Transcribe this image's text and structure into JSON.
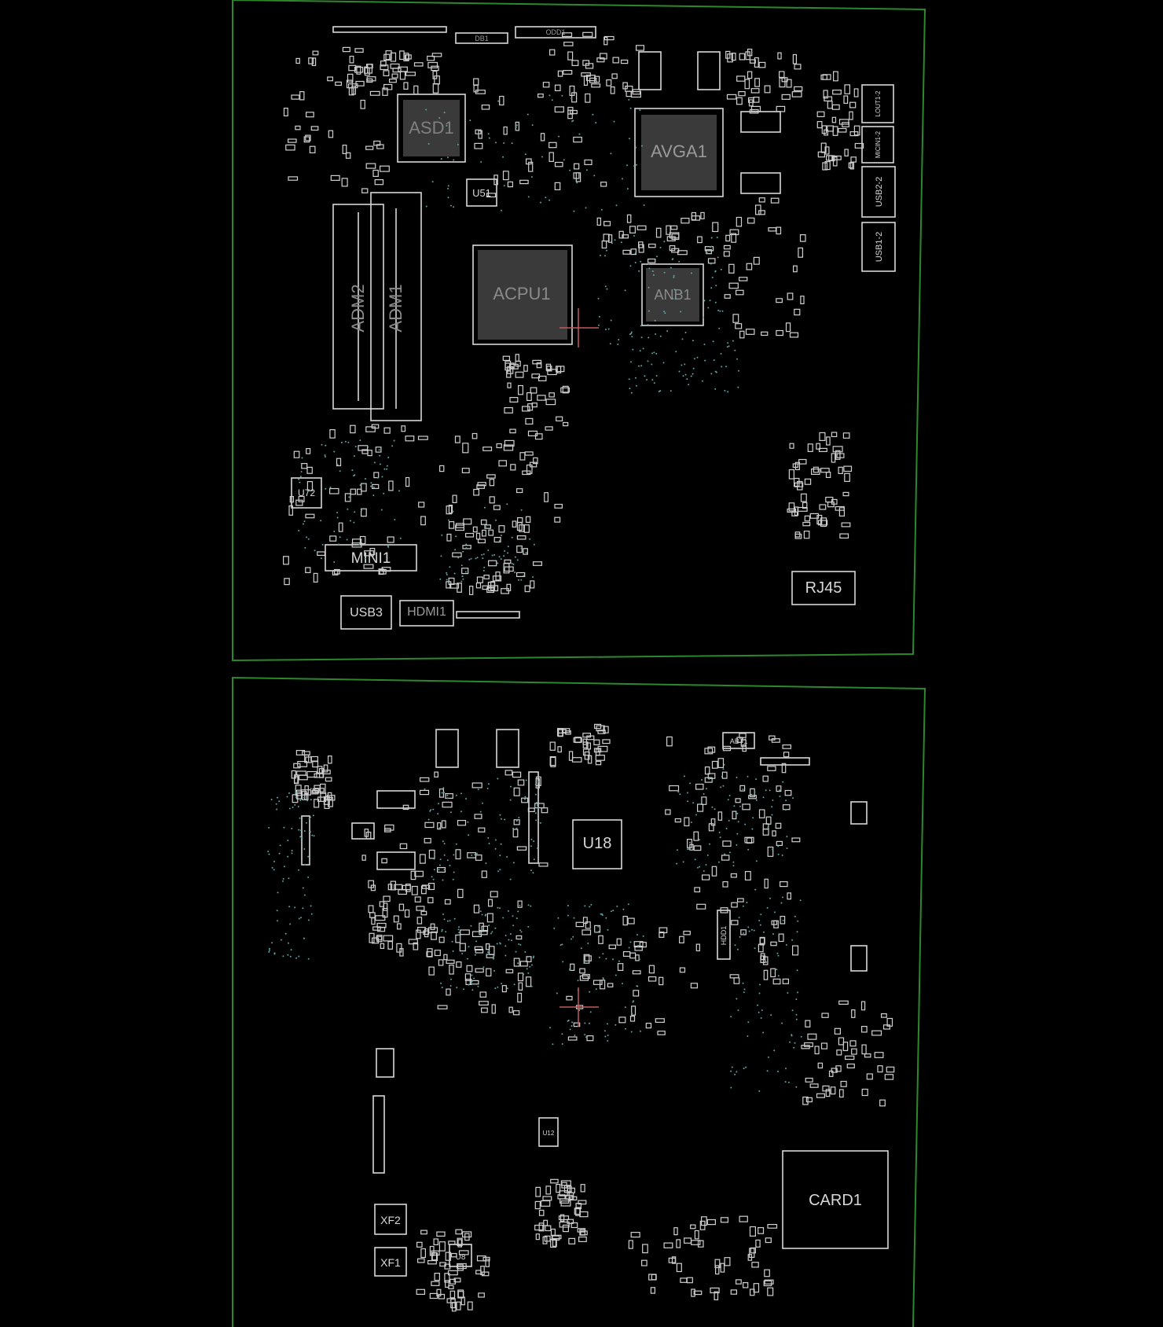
{
  "colors": {
    "background": "#000000",
    "board_outline": "#2a8a2a",
    "silkscreen": "#d8d8d8",
    "pads": "#cfcfcf",
    "vias": "#5fa2a2",
    "cursor": "#c05a5a"
  },
  "views": [
    {
      "side": "top",
      "labels": {
        "asd": "ASD1",
        "avga": "AVGA1",
        "acpu": "ACPU1",
        "anb": "ANB1",
        "adm2": "ADM2",
        "adm1": "ADM1",
        "us1": "U51",
        "u72": "U72",
        "mini": "MINI1",
        "usb3": "USB3",
        "hdmi": "HDMI1",
        "rj45": "RJ45",
        "db1": "DB1",
        "odd1": "ODD1",
        "usb2": "USB2-2",
        "usb1": "USB1-2",
        "lout": "LOUT1-2",
        "micin": "MICIN1-2"
      }
    },
    {
      "side": "bottom",
      "labels": {
        "u18": "U18",
        "card1": "CARD1",
        "xf2": "XF2",
        "xf1": "XF1",
        "u8": "U8",
        "abt1": "ABT1",
        "u72b": "U12",
        "hdd": "HDD1"
      }
    }
  ]
}
